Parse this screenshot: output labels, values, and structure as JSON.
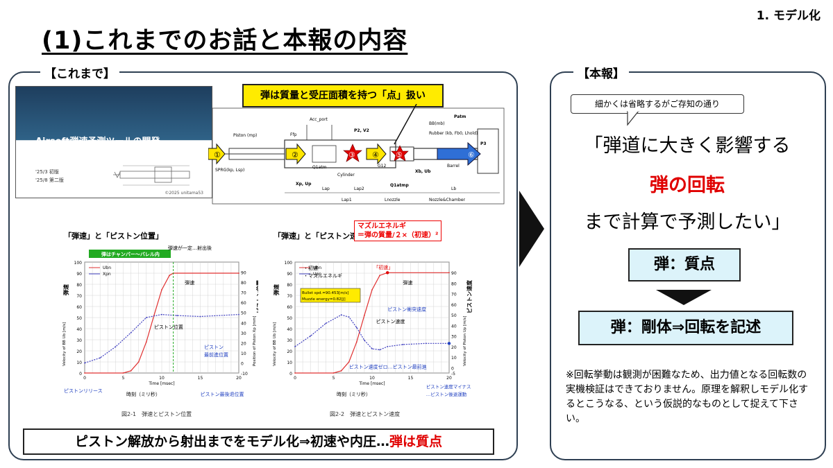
{
  "header": {
    "section_label": "1. モデル化",
    "title": "(1)これまでのお話と本報の内容"
  },
  "left_panel": {
    "label": "【これまで】",
    "cover_slide": {
      "title": "Airsoft弾速予測ツールの開発",
      "date1": "'25/3 初版",
      "date2": "'25/8 第二版",
      "copyright": "©2025 unitama53"
    },
    "callout": "弾は質量と受圧面積を持つ「点」扱い",
    "diagram_labels": {
      "piston": "Piston (mp)",
      "sprg": "SPRG(kp, Lsp)",
      "acc_port": "Acc_port",
      "p2v2": "P2, V2",
      "patm": "Patm",
      "bb": "BB(mb)",
      "rubber": "Rubber (kb, Fb0, Lhold)",
      "barrel": "Barrel",
      "cylinder": "Cylinder",
      "q1atm": "Q1atm",
      "q1atmp": "Q1atmp",
      "xpup": "Xp, Up",
      "xbub": "Xb, Ub",
      "lap": "Lap",
      "lap1": "Lap1",
      "lap2": "Lap2",
      "lnozzle": "Lnozzle",
      "lb": "Lb",
      "nozzle_chamber": "Nozzle&Chamber",
      "fp": "Ffp",
      "p3": "P3",
      "gap": "G12",
      "nums": [
        "①",
        "②",
        "③",
        "④",
        "⑤",
        "⑥"
      ]
    },
    "chart_left": {
      "title": "「弾速」と「ピストン位置」",
      "chamber_label": "弾はチャンバー〜バレル内",
      "note_constant": "弾速が一定…射出後",
      "label_bullet": "弾速",
      "label_piston": "ピストン位置",
      "label_front": "ピストン\n最前進位置",
      "label_release": "ピストンリリース",
      "label_back": "ピストン最後退位置",
      "label_time": "時刻（ミリ秒）",
      "y_left_title": "弾速",
      "y_right_title": "ピストン位置",
      "caption": "図2-1　弾速とピストン位置"
    },
    "chart_right": {
      "title": "「弾速」と「ピストン速度」",
      "energy_line1": "マズルエネルギ",
      "energy_line2": "＝弾の質量/２×（初速）²",
      "bullet_speed_label": "・初速\n・マズルエネルギ",
      "initial_speed": "「初速」",
      "readout1": "Bullet spd.=90.453[m/s]",
      "readout2": "Muzzle energy=0.82[J]",
      "label_bullet": "弾速",
      "label_piston_speed": "ピストン速度",
      "label_impact": "ピストン衝突速度",
      "label_zero": "ピストン速度ゼロ…ピストン最前進",
      "label_minus": "ピストン速度マイナス\n…ピストン後退運動",
      "label_time": "時刻（ミリ秒）",
      "y_left_title": "弾速",
      "y_right_title": "ピストン速度",
      "caption": "図2-2　弾速とピストン速度"
    },
    "summary_prefix": "ピストン解放から射出までをモデル化⇒初速や内圧…",
    "summary_highlight": "弾は質点"
  },
  "right_panel": {
    "label": "【本報】",
    "omit_note": "細かくは省略するがご存知の通り",
    "quote_line1": "「弾道に大きく影響する",
    "quote_red": "弾の回転",
    "quote_line3": "まで計算で予測したい」",
    "point_box": "弾：質点",
    "rigid_box": "弾：剛体⇒回転を記述",
    "footnote": "※回転挙動は観測が困難なため、出力値となる回転数の実機検証はできておりません。原理を解釈しモデル化するとこうなる、という仮説的なものとして捉えて下さい。"
  },
  "colors": {
    "accent_red": "#e00000",
    "callout_yellow": "#ffeb00",
    "box_blue": "#dcf3fa",
    "panel_border": "#2e3f52",
    "chamber_green": "#22aa22"
  },
  "chart_data": [
    {
      "type": "line",
      "title": "「弾速」と「ピストン位置」",
      "xlabel": "Time [msec]",
      "ylabel": "Velocity of BB Ub [m/s]",
      "y2label": "Position of Piston Xp [mm]",
      "xlim": [
        0,
        20
      ],
      "ylim": [
        0,
        100
      ],
      "y2lim": [
        -10,
        100
      ],
      "grid": true,
      "legend": "top-left",
      "series": [
        {
          "name": "Ubn",
          "axis": "left",
          "x": [
            0,
            5,
            6,
            7,
            8,
            9,
            10,
            11,
            11.5,
            20
          ],
          "y": [
            0,
            0,
            2,
            10,
            28,
            52,
            75,
            88,
            90,
            90
          ]
        },
        {
          "name": "Xpn",
          "axis": "right",
          "x": [
            0,
            2,
            4,
            6,
            8,
            10,
            12,
            15,
            20
          ],
          "y": [
            0,
            5,
            16,
            30,
            45,
            48,
            47,
            46,
            48
          ]
        }
      ]
    },
    {
      "type": "line",
      "title": "「弾速」と「ピストン速度」",
      "xlabel": "Time [msec]",
      "ylabel": "Velocity of BB Ub [m/s]",
      "y2label": "Velocity of Piston Up [m/s]",
      "xlim": [
        0,
        20
      ],
      "ylim": [
        0,
        100
      ],
      "y2lim": [
        -5,
        100
      ],
      "grid": true,
      "legend": "top-left",
      "series": [
        {
          "name": "Ubn",
          "axis": "left",
          "x": [
            0,
            5,
            6,
            7,
            8,
            9,
            10,
            11,
            12,
            20
          ],
          "y": [
            0,
            0,
            2,
            10,
            28,
            52,
            75,
            88,
            90.45,
            90.45
          ]
        },
        {
          "name": "Upn",
          "axis": "right",
          "x": [
            0,
            2,
            4,
            6,
            7,
            8,
            9,
            10,
            11,
            12,
            14,
            17,
            20
          ],
          "y": [
            20,
            30,
            42,
            50,
            48,
            38,
            26,
            18,
            17,
            20,
            22,
            23,
            23
          ]
        }
      ]
    }
  ]
}
